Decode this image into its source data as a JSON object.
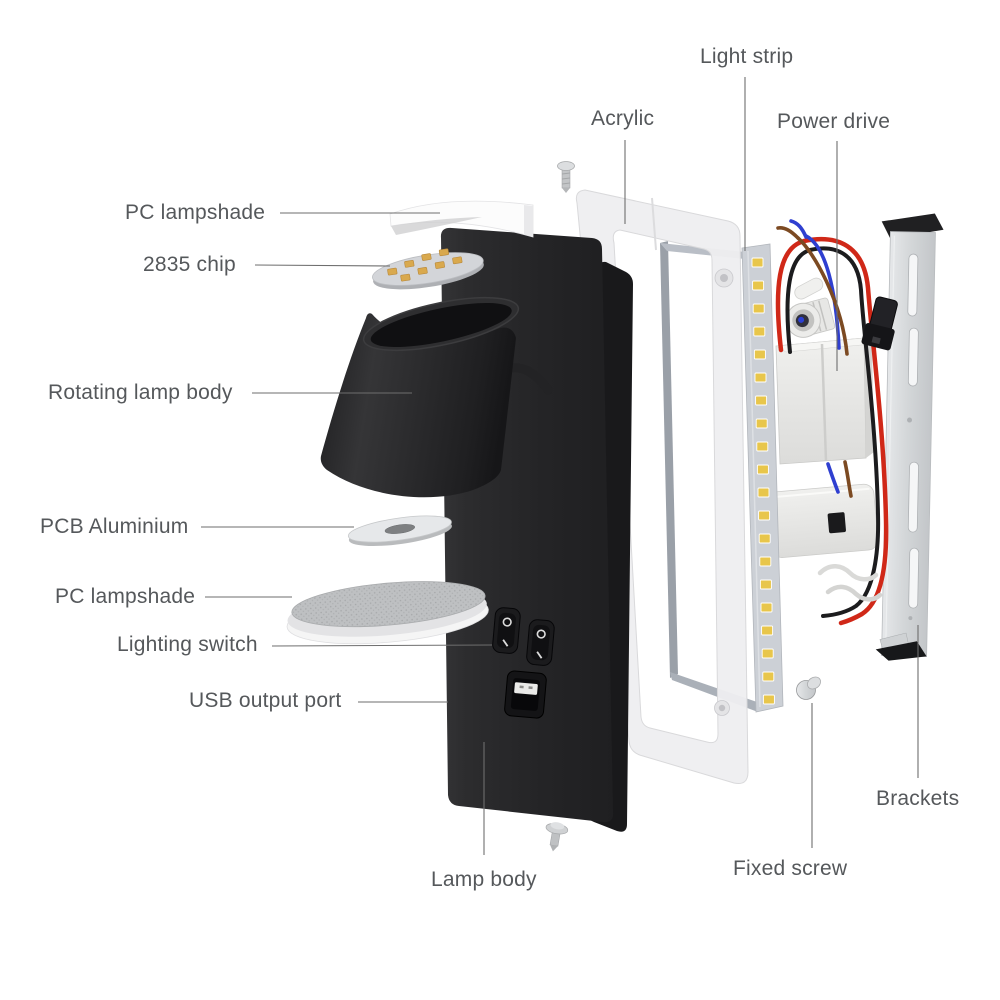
{
  "labels": {
    "light_strip": "Light strip",
    "acrylic": "Acrylic",
    "power_drive": "Power drive",
    "pc_lampshade_top": "PC lampshade",
    "chip_2835": "2835 chip",
    "rotating_lamp_body": "Rotating lamp body",
    "pcb_aluminium": "PCB Aluminium",
    "pc_lampshade_bottom": "PC lampshade",
    "lighting_switch": "Lighting switch",
    "usb_output_port": "USB output port",
    "lamp_body": "Lamp body",
    "fixed_screw": "Fixed screw",
    "brackets": "Brackets"
  },
  "colors": {
    "label_text": "#55585b",
    "leader_line": "#6e6e6e",
    "led_chip_yellow": "#e8c64b",
    "wire_red": "#d02818",
    "wire_black": "#1c1c1e",
    "wire_blue": "#2f3fd0",
    "wire_brown": "#7c4a22",
    "metal_light": "#d9dbdd",
    "plastic_white": "#eeeef0",
    "lamp_black": "#262628"
  }
}
